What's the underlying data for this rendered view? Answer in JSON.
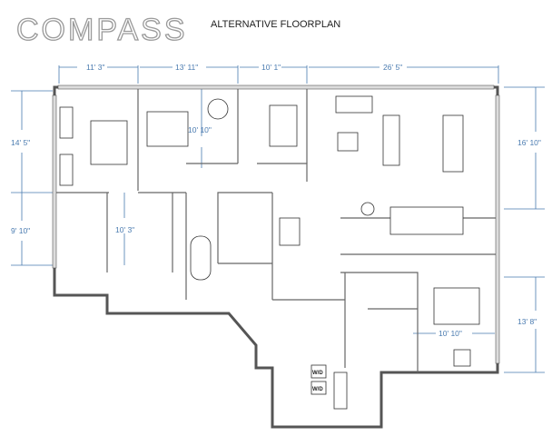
{
  "brand": {
    "logo": "COMPASS"
  },
  "title": "ALTERNATIVE FLOORPLAN",
  "dimensions": {
    "top": [
      "11' 3\"",
      "13' 11\"",
      "10' 1\"",
      "26' 5\""
    ],
    "left": [
      "14' 5\"",
      "9' 10\""
    ],
    "right": [
      "16' 10\"",
      "13' 8\""
    ],
    "interior": [
      "10' 10\"",
      "10' 3\"",
      "10' 10\""
    ]
  },
  "appliances": {
    "washer_dryer_1": "W/D",
    "washer_dryer_2": "W/D"
  },
  "colors": {
    "dimension": "#4a7bb0",
    "wall": "#555555"
  }
}
